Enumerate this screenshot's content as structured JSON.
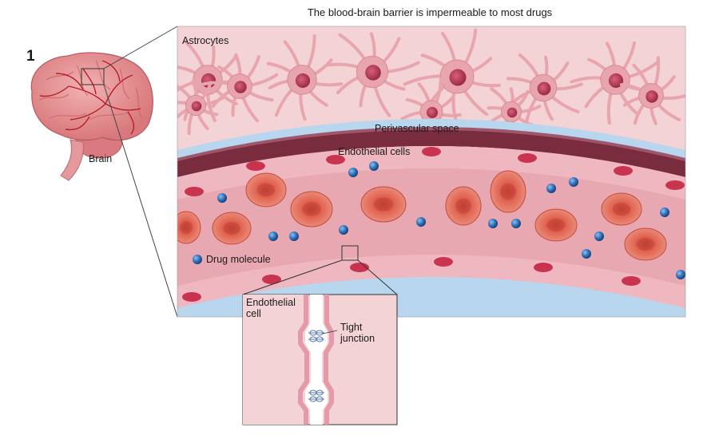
{
  "figure": {
    "title": "The blood-brain barrier is impermeable to most drugs",
    "panel_number": "1"
  },
  "labels": {
    "brain": "Brain",
    "astrocytes": "Astrocytes",
    "perivascular_space": "Perivascular space",
    "endothelial_cells": "Endothelial cells",
    "drug_molecule": "Drug molecule",
    "inset_endothelial_cell": "Endothelial\ncell",
    "inset_tight_junction": "Tight\njunction"
  },
  "colors": {
    "astrocyte_bg": "#f3d3d6",
    "astrocyte_cell": "#e8a5ad",
    "astrocyte_nucleus": "#b4384f",
    "perivascular_band": "#7a2c3f",
    "basement_membrane": "#b8d6ee",
    "endothelium": "#efb7c0",
    "lumen": "#e8a8b2",
    "red_blood_cell": "#e05a48",
    "drug_molecule": "#2f6fb8",
    "brain": "#e58b8f",
    "vessel_lines": "#b51f2a"
  }
}
